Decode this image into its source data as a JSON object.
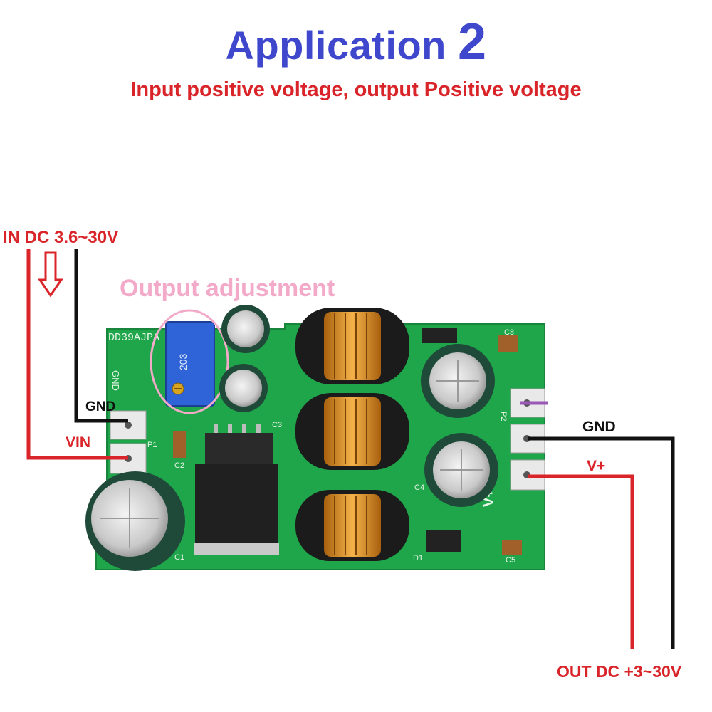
{
  "title": {
    "text": "Application",
    "number": "2"
  },
  "subtitle": "Input positive voltage, output Positive voltage",
  "input": {
    "label": "IN DC 3.6~30V",
    "gnd": "GND",
    "vin": "VIN"
  },
  "output": {
    "gnd": "GND",
    "vplus": "V+",
    "label": "OUT DC +3~30V"
  },
  "adjust_label": "Output adjustment",
  "board": {
    "name": "DD39AJPA",
    "silkscreen": [
      "GND",
      "P1",
      "C2",
      "C1",
      "C3",
      "C4",
      "C5",
      "C8",
      "P2",
      "D1",
      "V+"
    ],
    "pot_marking": "203"
  },
  "colors": {
    "title": "#3f48cc",
    "accent_red": "#d9252a",
    "pink": "#f3aac9",
    "pcb": "#1fa64a",
    "wire_black": "#111111"
  }
}
